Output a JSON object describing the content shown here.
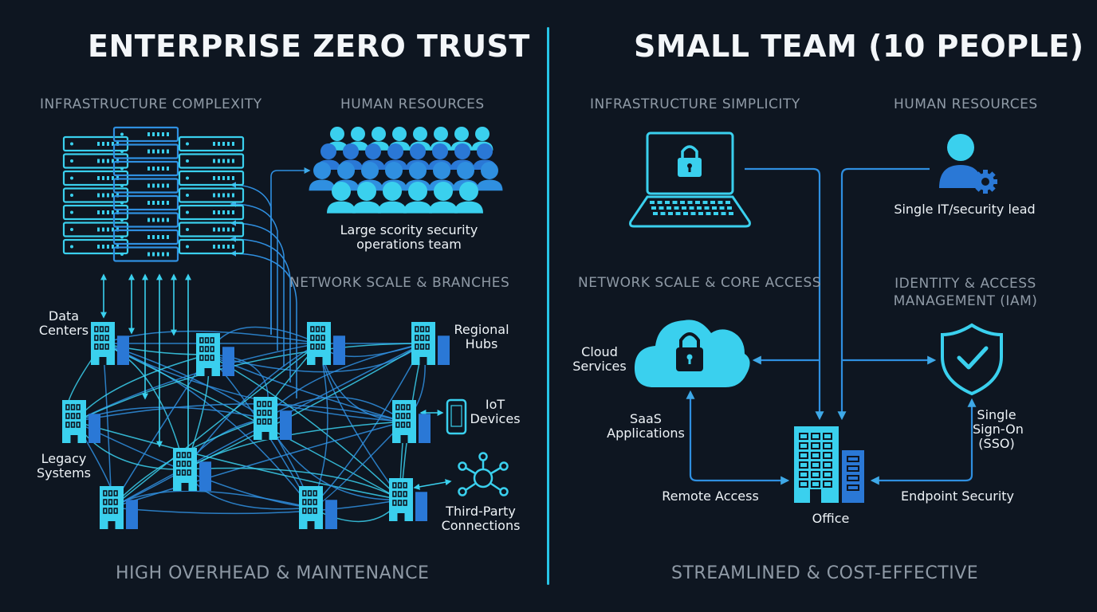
{
  "colors": {
    "background": "#0e1621",
    "cyan": "#3ad0ee",
    "blue": "#2a78d6",
    "divider": "#27c4e6",
    "muted": "#8f9aa6"
  },
  "left": {
    "title": "ENTERPRISE ZERO TRUST",
    "infra_heading": "INFRASTRUCTURE COMPLEXITY",
    "hr_heading": "HUMAN RESOURCES",
    "network_heading": "NETWORK SCALE & BRANCHES",
    "team_label_line1": "Large scority security",
    "team_label_line2": "operations team",
    "data_centers_line1": "Data",
    "data_centers_line2": "Centers",
    "regional_hubs_line1": "Regional",
    "regional_hubs_line2": "Hubs",
    "iot_line1": "IoT",
    "iot_line2": "Devices",
    "legacy_line1": "Legacy",
    "legacy_line2": "Systems",
    "third_party_line1": "Third-Party",
    "third_party_line2": "Connections",
    "footer": "HIGH OVERHEAD & MAINTENANCE",
    "icons": [
      "server-rack-icon",
      "people-group-icon",
      "building-icon",
      "smartphone-icon",
      "network-hub-icon"
    ]
  },
  "right": {
    "title": "SMALL TEAM (10 PEOPLE)",
    "infra_heading": "INFRASTRUCTURE SIMPLICITY",
    "hr_heading": "HUMAN RESOURCES",
    "network_heading": "NETWORK SCALE & CORE ACCESS",
    "iam_heading_line1": "IDENTITY & ACCESS",
    "iam_heading_line2": "MANAGEMENT (IAM)",
    "lead_label": "Single IT/security lead",
    "cloud_line1": "Cloud",
    "cloud_line2": "Services",
    "saas_line1": "SaaS",
    "saas_line2": "Applications",
    "sso_line1": "Single",
    "sso_line2": "Sign-On",
    "sso_line3": "(SSO)",
    "remote_access": "Remote Access",
    "endpoint_security": "Endpoint Security",
    "office": "Office",
    "footer": "STREAMLINED & COST-EFFECTIVE",
    "icons": [
      "laptop-lock-icon",
      "person-gear-icon",
      "cloud-lock-icon",
      "shield-check-icon",
      "office-building-icon"
    ]
  }
}
